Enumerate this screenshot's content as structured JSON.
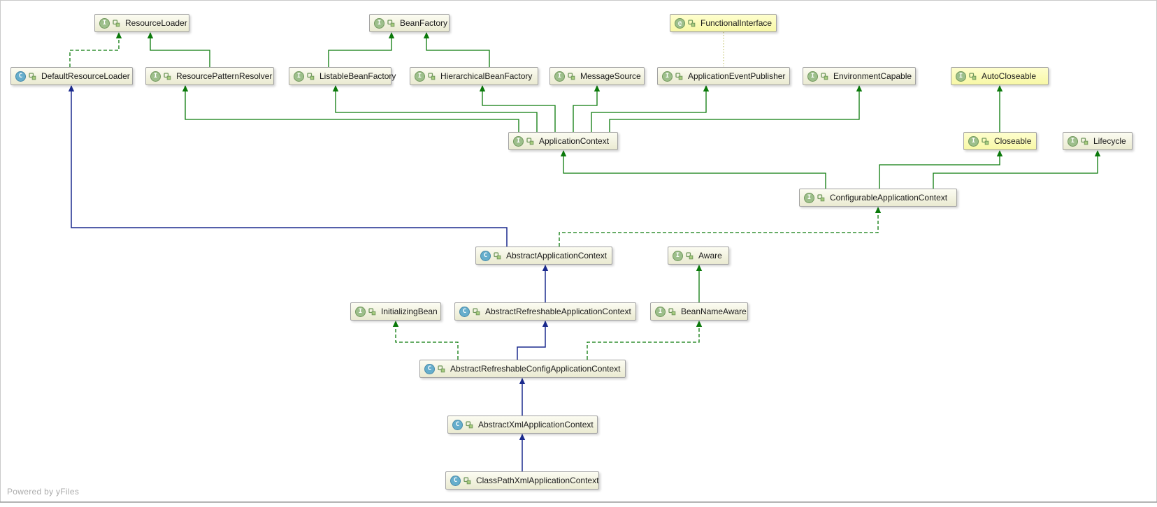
{
  "watermark": {
    "text": "Powered by yFiles"
  },
  "colors": {
    "edge_green": "#0B7A0B",
    "edge_blue": "#1B2A8E",
    "edge_annotation": "#C9C97D",
    "node_bg_top": "#FCFCF2",
    "node_bg_bottom": "#EAEAD1",
    "node_jdk_bg_top": "#FEFECE",
    "node_jdk_bg_bottom": "#F8F8A6",
    "node_border": "#A3A3A3",
    "icon_interface_bg": "#9DBF8B",
    "icon_interface_ring": "#71985D",
    "icon_class_bg": "#66AECC",
    "icon_class_ring": "#4689A9",
    "key_icon_stroke": "#71985D",
    "key_icon_fill": "#A8CC7E",
    "watermark_color": "#ABABAB",
    "frame_border": "#C9C9C9",
    "bottom_rule": "#9A9A9A"
  },
  "icon_names": {
    "interface": "interface-icon",
    "class": "class-icon",
    "annotation": "annotation-icon",
    "visibility": "key-icon"
  },
  "icon_letters": {
    "interface": "I",
    "class": "C",
    "annotation": "@"
  },
  "diagram": {
    "nodes": [
      {
        "id": "ResourceLoader",
        "label": "ResourceLoader",
        "kind": "interface",
        "jdk": false
      },
      {
        "id": "BeanFactory",
        "label": "BeanFactory",
        "kind": "interface",
        "jdk": false
      },
      {
        "id": "FunctionalInterface",
        "label": "FunctionalInterface",
        "kind": "annotation",
        "jdk": true
      },
      {
        "id": "DefaultResourceLoader",
        "label": "DefaultResourceLoader",
        "kind": "class",
        "jdk": false
      },
      {
        "id": "ResourcePatternResolver",
        "label": "ResourcePatternResolver",
        "kind": "interface",
        "jdk": false
      },
      {
        "id": "ListableBeanFactory",
        "label": "ListableBeanFactory",
        "kind": "interface",
        "jdk": false
      },
      {
        "id": "HierarchicalBeanFactory",
        "label": "HierarchicalBeanFactory",
        "kind": "interface",
        "jdk": false
      },
      {
        "id": "MessageSource",
        "label": "MessageSource",
        "kind": "interface",
        "jdk": false
      },
      {
        "id": "ApplicationEventPublisher",
        "label": "ApplicationEventPublisher",
        "kind": "interface",
        "jdk": false
      },
      {
        "id": "EnvironmentCapable",
        "label": "EnvironmentCapable",
        "kind": "interface",
        "jdk": false
      },
      {
        "id": "AutoCloseable",
        "label": "AutoCloseable",
        "kind": "interface",
        "jdk": true
      },
      {
        "id": "ApplicationContext",
        "label": "ApplicationContext",
        "kind": "interface",
        "jdk": false
      },
      {
        "id": "Closeable",
        "label": "Closeable",
        "kind": "interface",
        "jdk": true
      },
      {
        "id": "Lifecycle",
        "label": "Lifecycle",
        "kind": "interface",
        "jdk": false
      },
      {
        "id": "ConfigurableApplicationContext",
        "label": "ConfigurableApplicationContext",
        "kind": "interface",
        "jdk": false
      },
      {
        "id": "AbstractApplicationContext",
        "label": "AbstractApplicationContext",
        "kind": "class",
        "jdk": false
      },
      {
        "id": "Aware",
        "label": "Aware",
        "kind": "interface",
        "jdk": false
      },
      {
        "id": "InitializingBean",
        "label": "InitializingBean",
        "kind": "interface",
        "jdk": false
      },
      {
        "id": "AbstractRefreshableApplicationContext",
        "label": "AbstractRefreshableApplicationContext",
        "kind": "class",
        "jdk": false
      },
      {
        "id": "BeanNameAware",
        "label": "BeanNameAware",
        "kind": "interface",
        "jdk": false
      },
      {
        "id": "AbstractRefreshableConfigApplicationContext",
        "label": "AbstractRefreshableConfigApplicationContext",
        "kind": "class",
        "jdk": false
      },
      {
        "id": "AbstractXmlApplicationContext",
        "label": "AbstractXmlApplicationContext",
        "kind": "class",
        "jdk": false
      },
      {
        "id": "ClassPathXmlApplicationContext",
        "label": "ClassPathXmlApplicationContext",
        "kind": "class",
        "jdk": false
      }
    ],
    "edges": [
      {
        "from": "ResourcePatternResolver",
        "to": "ResourceLoader",
        "relation": "extends"
      },
      {
        "from": "DefaultResourceLoader",
        "to": "ResourceLoader",
        "relation": "implements"
      },
      {
        "from": "ListableBeanFactory",
        "to": "BeanFactory",
        "relation": "extends"
      },
      {
        "from": "HierarchicalBeanFactory",
        "to": "BeanFactory",
        "relation": "extends"
      },
      {
        "from": "FunctionalInterface",
        "to": "ApplicationEventPublisher",
        "relation": "annotates"
      },
      {
        "from": "ApplicationContext",
        "to": "ResourcePatternResolver",
        "relation": "extends"
      },
      {
        "from": "ApplicationContext",
        "to": "ListableBeanFactory",
        "relation": "extends"
      },
      {
        "from": "ApplicationContext",
        "to": "HierarchicalBeanFactory",
        "relation": "extends"
      },
      {
        "from": "ApplicationContext",
        "to": "MessageSource",
        "relation": "extends"
      },
      {
        "from": "ApplicationContext",
        "to": "ApplicationEventPublisher",
        "relation": "extends"
      },
      {
        "from": "ApplicationContext",
        "to": "EnvironmentCapable",
        "relation": "extends"
      },
      {
        "from": "Closeable",
        "to": "AutoCloseable",
        "relation": "extends"
      },
      {
        "from": "ConfigurableApplicationContext",
        "to": "ApplicationContext",
        "relation": "extends"
      },
      {
        "from": "ConfigurableApplicationContext",
        "to": "Closeable",
        "relation": "extends"
      },
      {
        "from": "ConfigurableApplicationContext",
        "to": "Lifecycle",
        "relation": "extends"
      },
      {
        "from": "AbstractApplicationContext",
        "to": "DefaultResourceLoader",
        "relation": "extends-class"
      },
      {
        "from": "AbstractApplicationContext",
        "to": "ConfigurableApplicationContext",
        "relation": "implements"
      },
      {
        "from": "BeanNameAware",
        "to": "Aware",
        "relation": "extends"
      },
      {
        "from": "AbstractRefreshableApplicationContext",
        "to": "AbstractApplicationContext",
        "relation": "extends-class"
      },
      {
        "from": "AbstractRefreshableConfigApplicationContext",
        "to": "AbstractRefreshableApplicationContext",
        "relation": "extends-class"
      },
      {
        "from": "AbstractRefreshableConfigApplicationContext",
        "to": "InitializingBean",
        "relation": "implements"
      },
      {
        "from": "AbstractRefreshableConfigApplicationContext",
        "to": "BeanNameAware",
        "relation": "implements"
      },
      {
        "from": "AbstractXmlApplicationContext",
        "to": "AbstractRefreshableConfigApplicationContext",
        "relation": "extends-class"
      },
      {
        "from": "ClassPathXmlApplicationContext",
        "to": "AbstractXmlApplicationContext",
        "relation": "extends-class"
      }
    ]
  }
}
